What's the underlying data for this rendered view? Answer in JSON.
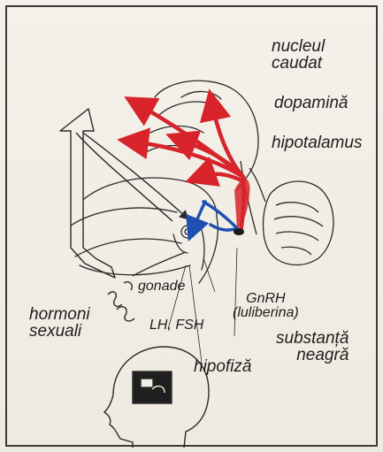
{
  "labels": {
    "nucleul_caudat": "nucleul\ncaudat",
    "dopamina": "dopamină",
    "hipotalamus": "hipotalamus",
    "gonade": "gonade",
    "gnrh": "GnRH\n(luliberina)",
    "hormoni_sexuali": "hormoni\nsexuali",
    "lh_fsh": "LH, FSH",
    "substanta_neagra": "substanță\nneagră",
    "hipofiza": "hipofiză"
  },
  "colors": {
    "dopamine_pathway": "#d8232a",
    "gnrh_pathway": "#1f4fb0",
    "ink": "#2a2a2a",
    "paper": "#f2eee6"
  }
}
